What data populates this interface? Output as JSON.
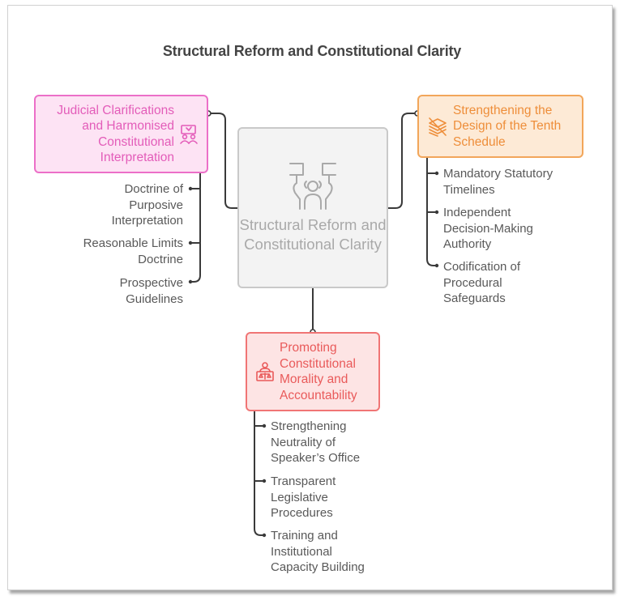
{
  "title": "Structural Reform and Constitutional Clarity",
  "center": {
    "label": "Structural Reform and Constitutional Clarity",
    "icon": "protest-placards-icon"
  },
  "branches": [
    {
      "id": "judicial",
      "label": "Judicial Clarifications and Harmonised Constitutional Interpretation",
      "icon": "presentation-board-people-icon",
      "color": "#e35cb9",
      "items": [
        "Doctrine of Purposive Interpretation",
        "Reasonable Limits Doctrine",
        "Prospective Guidelines"
      ]
    },
    {
      "id": "tenth-schedule",
      "label": "Strengthening the Design of the Tenth Schedule",
      "icon": "crossed-stack-icon",
      "color": "#ee8e3a",
      "items": [
        "Mandatory Statutory Timelines",
        "Independent Decision-Making Authority",
        "Codification of Procedural Safeguards"
      ]
    },
    {
      "id": "morality",
      "label": "Promoting Constitutional Morality and Accountability",
      "icon": "judge-scales-icon",
      "color": "#e95a5a",
      "items": [
        "Strengthening Neutrality of Speaker’s Office",
        "Transparent Legislative Procedures",
        "Training and Institutional Capacity Building"
      ]
    }
  ]
}
